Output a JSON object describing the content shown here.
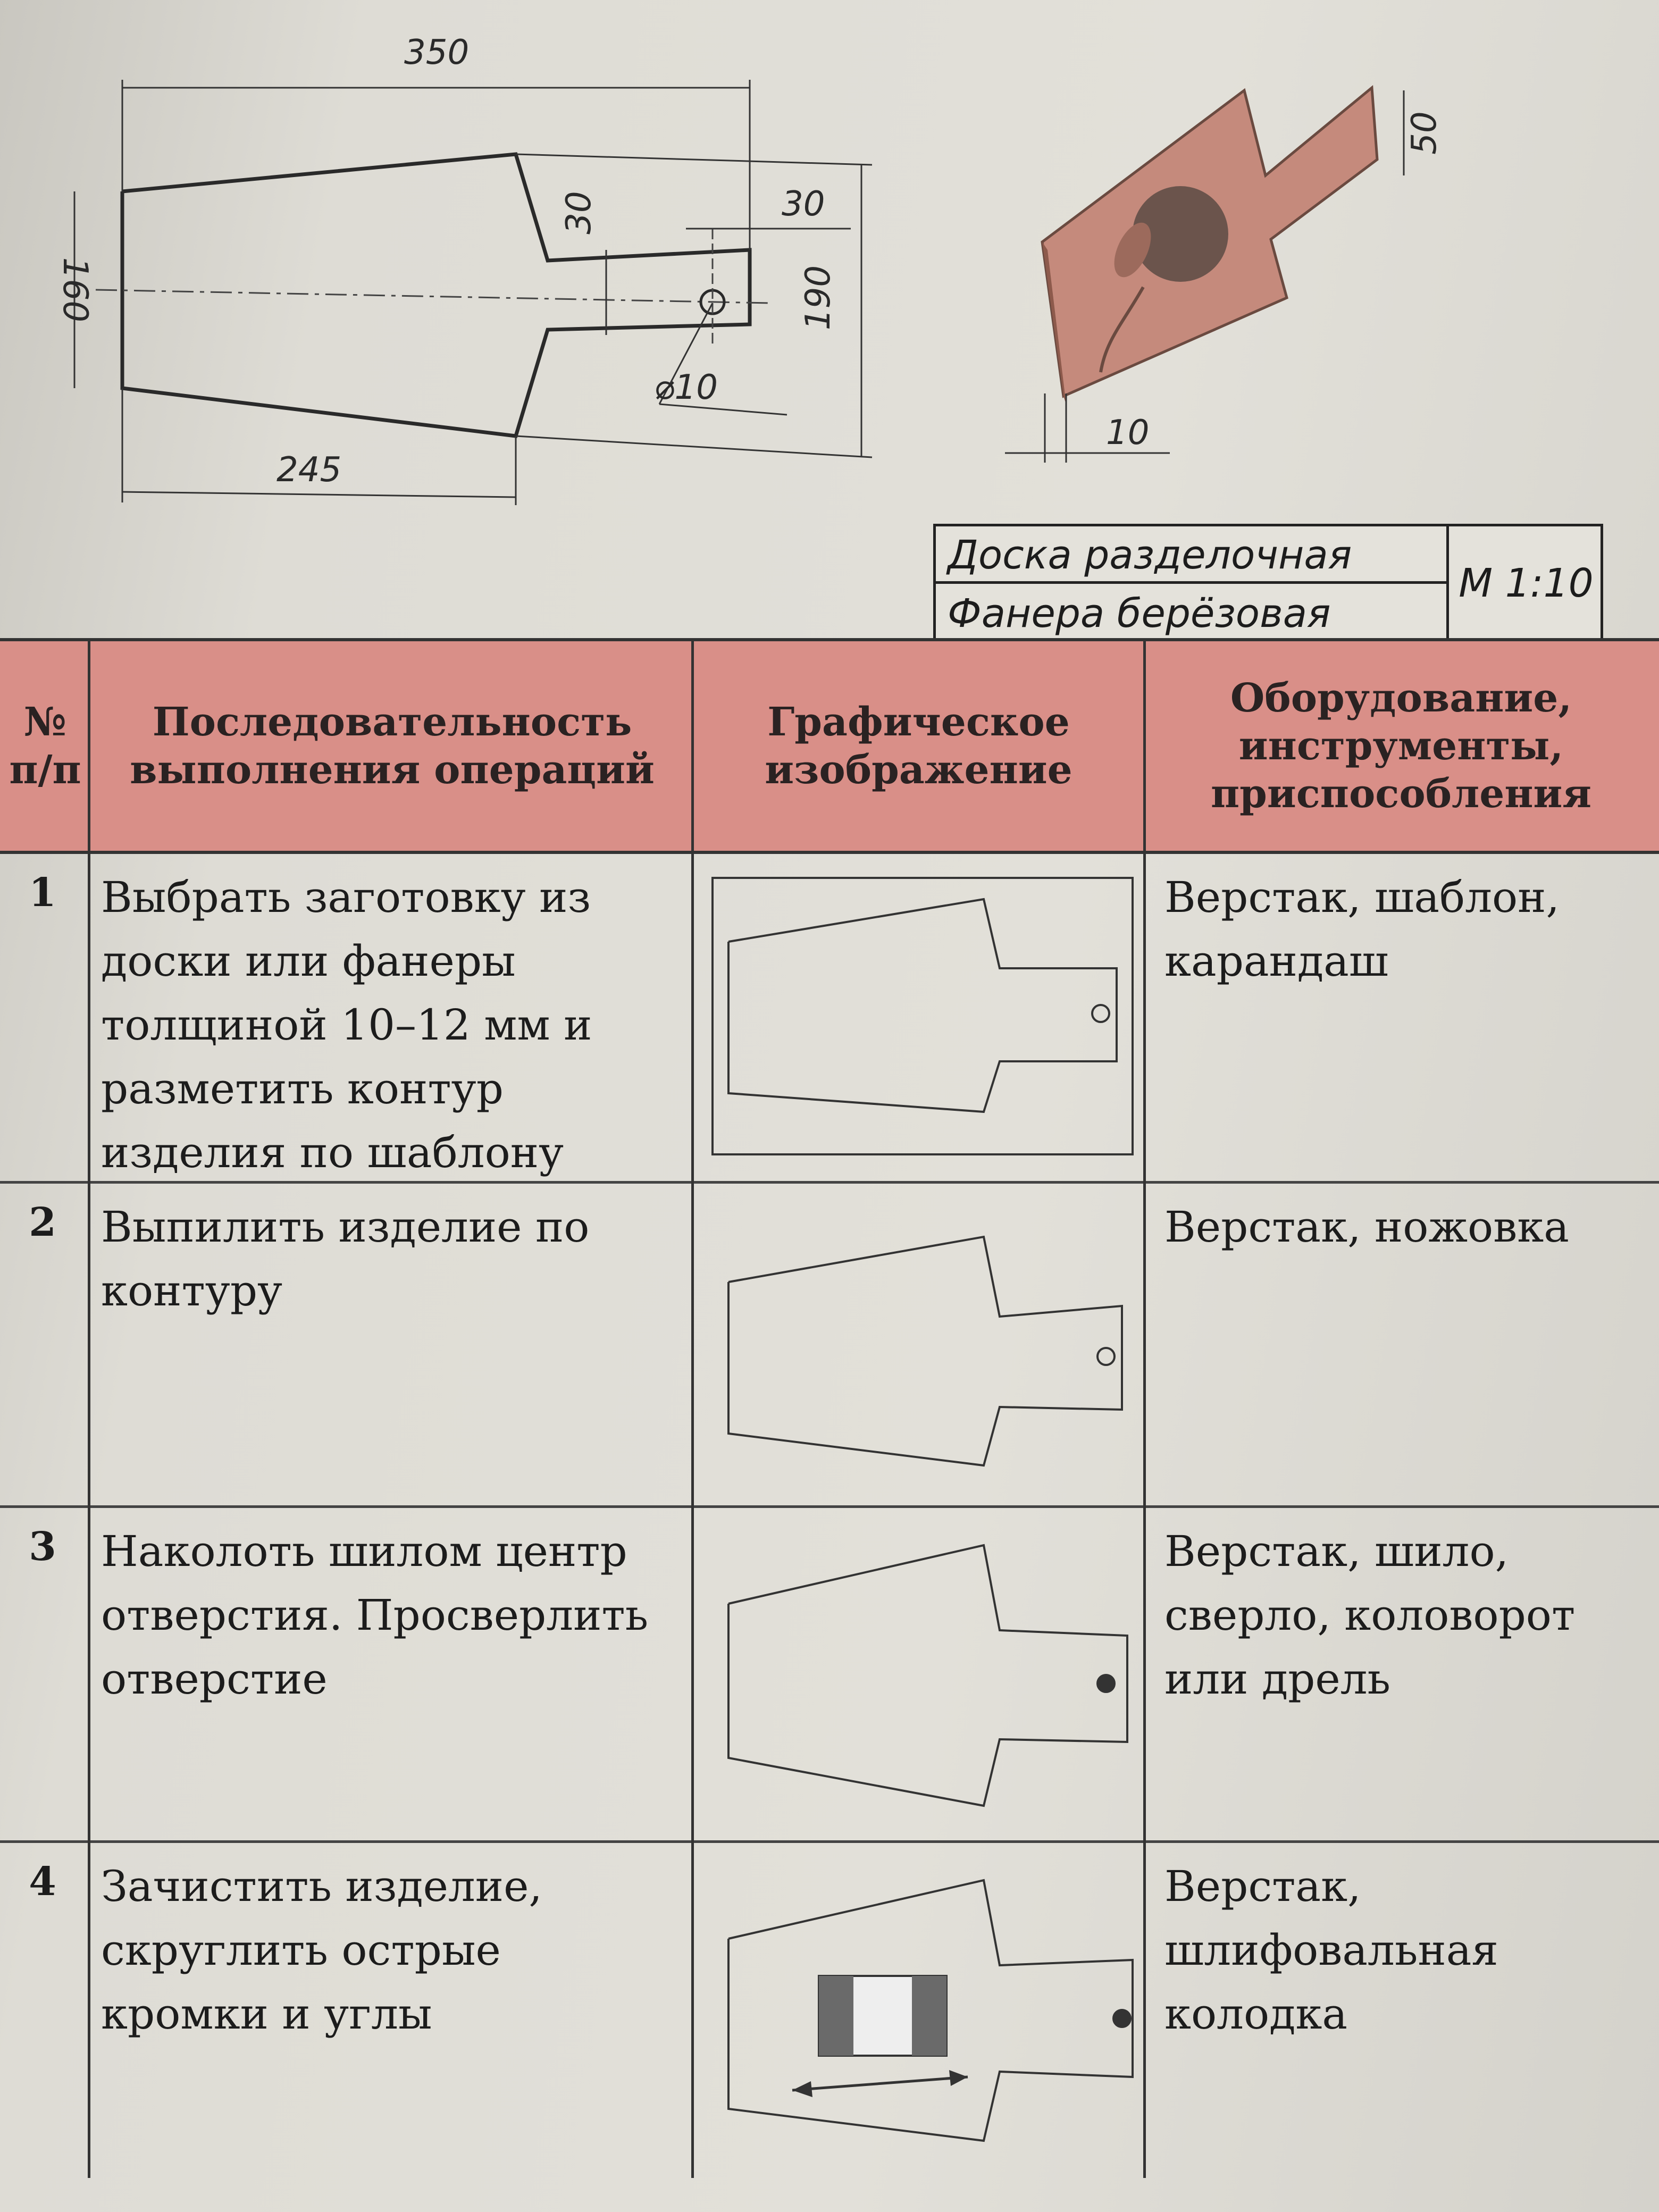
{
  "drawing": {
    "dimensions": {
      "overall_length": "350",
      "width": "160",
      "handle_height": "190",
      "notch_depth": "30",
      "handle_length": "30",
      "hole_diameter": "⌀10",
      "body_length": "245",
      "thickness": "10",
      "handle_width_iso": "50"
    }
  },
  "title_block": {
    "name": "Доска разделочная",
    "material": "Фанера берёзовая",
    "scale": "М 1:10"
  },
  "table": {
    "headers": {
      "number": "№ п/п",
      "sequence": "Последовательность выполнения операций",
      "graphic": "Графическое изображение",
      "equipment": "Оборудование, инструменты, приспособления"
    },
    "rows": [
      {
        "number": "1",
        "operation": "Выбрать заготовку из доски или фанеры толщиной 10–12 мм и разметить контур изделия по шаблону",
        "tools": "Верстак, шаблон, карандаш"
      },
      {
        "number": "2",
        "operation": "Выпилить изделие по контуру",
        "tools": "Верстак, ножовка"
      },
      {
        "number": "3",
        "operation": "Наколоть шилом центр отверстия. Просверлить отверстие",
        "tools": "Верстак, шило, сверло, коловорот или дрель"
      },
      {
        "number": "4",
        "operation": "Зачистить изделие, скруглить острые кромки и углы",
        "tools": "Верстак, шлифовальная колодка"
      }
    ]
  }
}
